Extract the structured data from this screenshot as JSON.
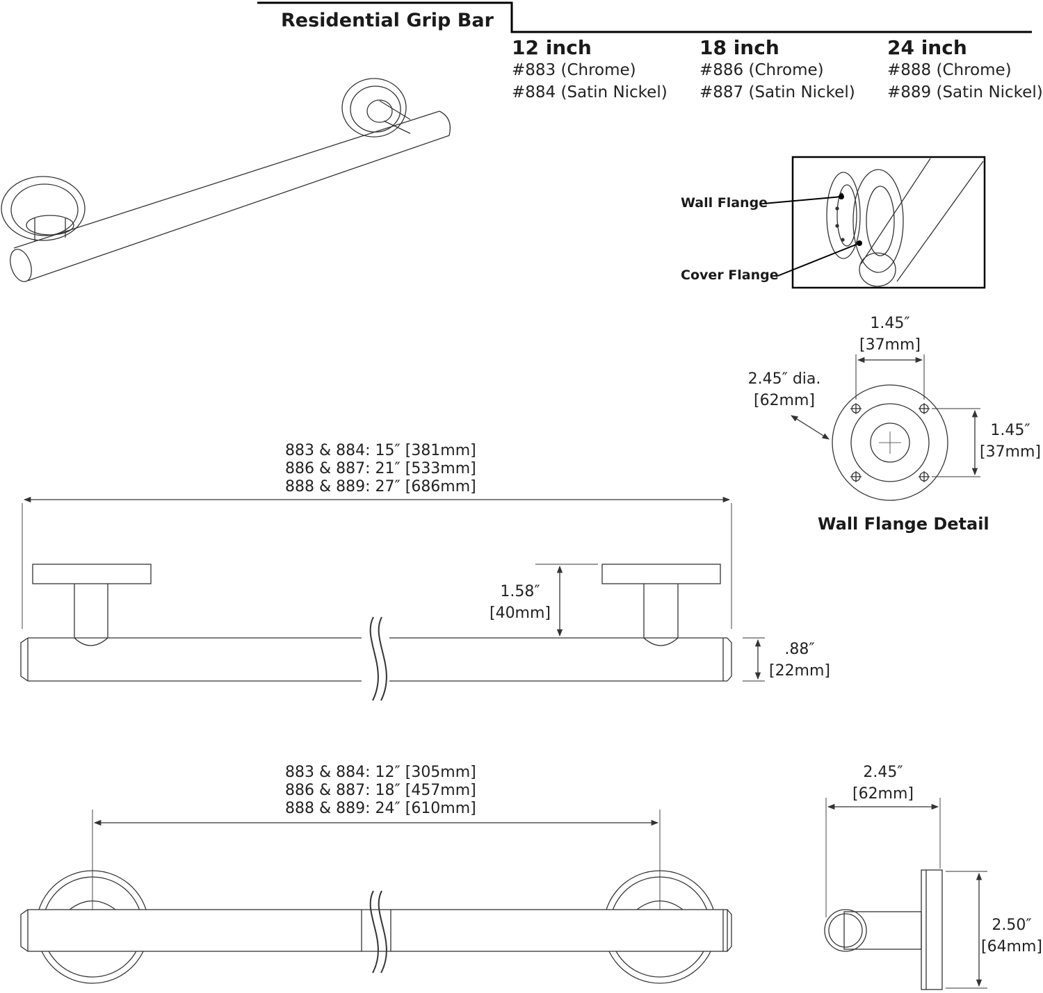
{
  "header": {
    "title": "Residential Grip Bar"
  },
  "sizes": [
    {
      "label": "12 inch",
      "chrome": "#883 (Chrome)",
      "satin": "#884 (Satin Nickel)"
    },
    {
      "label": "18 inch",
      "chrome": "#886 (Chrome)",
      "satin": "#887 (Satin Nickel)"
    },
    {
      "label": "24 inch",
      "chrome": "#888 (Chrome)",
      "satin": "#889 (Satin Nickel)"
    }
  ],
  "callouts": {
    "wall_flange": "Wall Flange",
    "cover_flange": "Cover Flange"
  },
  "flange_detail": {
    "title": "Wall Flange Detail",
    "top_in": "1.45″",
    "top_mm": "[37mm]",
    "dia_in": "2.45″ dia.",
    "dia_mm": "[62mm]",
    "right_in": "1.45″",
    "right_mm": "[37mm]"
  },
  "side_view": {
    "overall": [
      "883 & 884:  15″ [381mm]",
      "886 & 887:  21″ [533mm]",
      "888 & 889:  27″ [686mm]"
    ],
    "projection_in": "1.58″",
    "projection_mm": "[40mm]",
    "tube_in": ".88″",
    "tube_mm": "[22mm]"
  },
  "front_view": {
    "centers": [
      "883 & 884:  12″ [305mm]",
      "886 & 887:  18″ [457mm]",
      "888 & 889:  24″ [610mm]"
    ]
  },
  "end_view": {
    "width_in": "2.45″",
    "width_mm": "[62mm]",
    "height_in": "2.50″",
    "height_mm": "[64mm]"
  }
}
